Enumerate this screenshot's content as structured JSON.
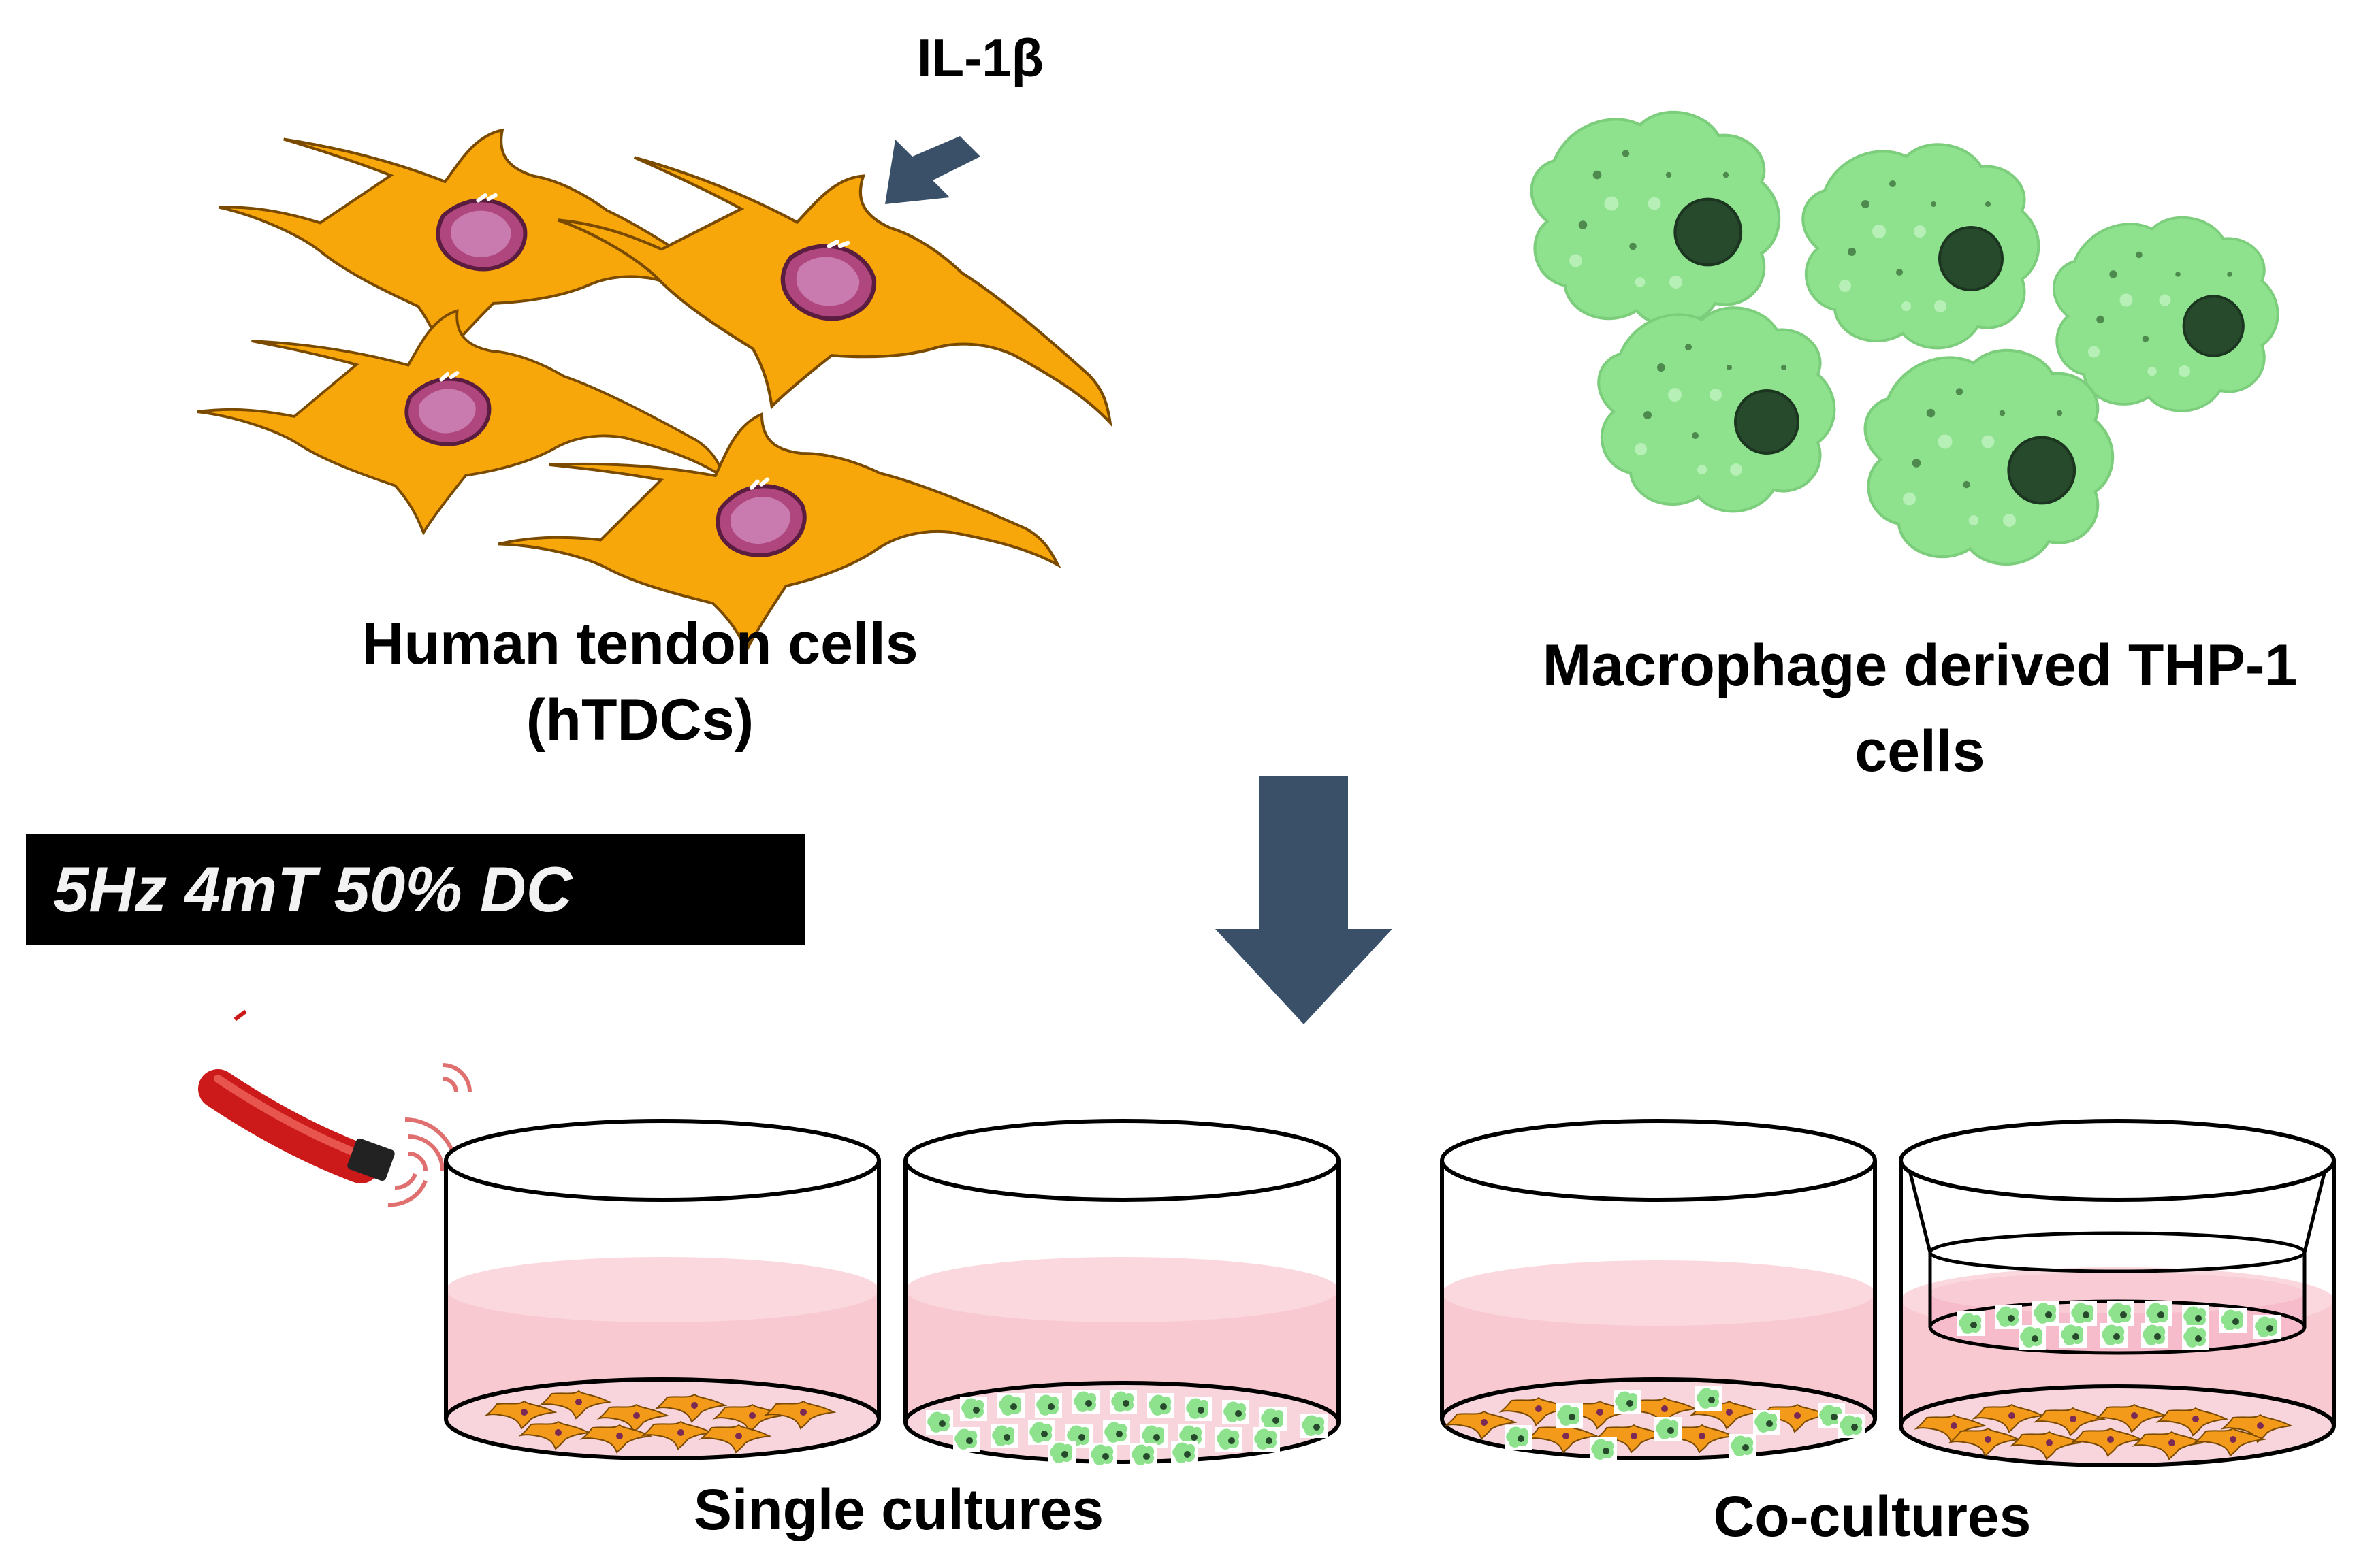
{
  "labels": {
    "il1b": "IL-1β",
    "tendon_cells": "Human tendon cells",
    "tendon_abbrev": "(hTDCs)",
    "macrophage_line1": "Macrophage derived THP-1",
    "macrophage_line2": "cells",
    "pemf_settings": "5Hz 4mT 50% DC",
    "single_cultures": "Single cultures",
    "co_cultures": "Co-cultures"
  },
  "colors": {
    "tendon_cell": "#f7a70a",
    "tendon_nucleus": "#b0467e",
    "macrophage": "#8ee28e",
    "macrophage_nucleus": "#264a2b",
    "arrow": "#3a5068",
    "medium": "#f9c9d1",
    "coil": "#cc1a1a"
  }
}
